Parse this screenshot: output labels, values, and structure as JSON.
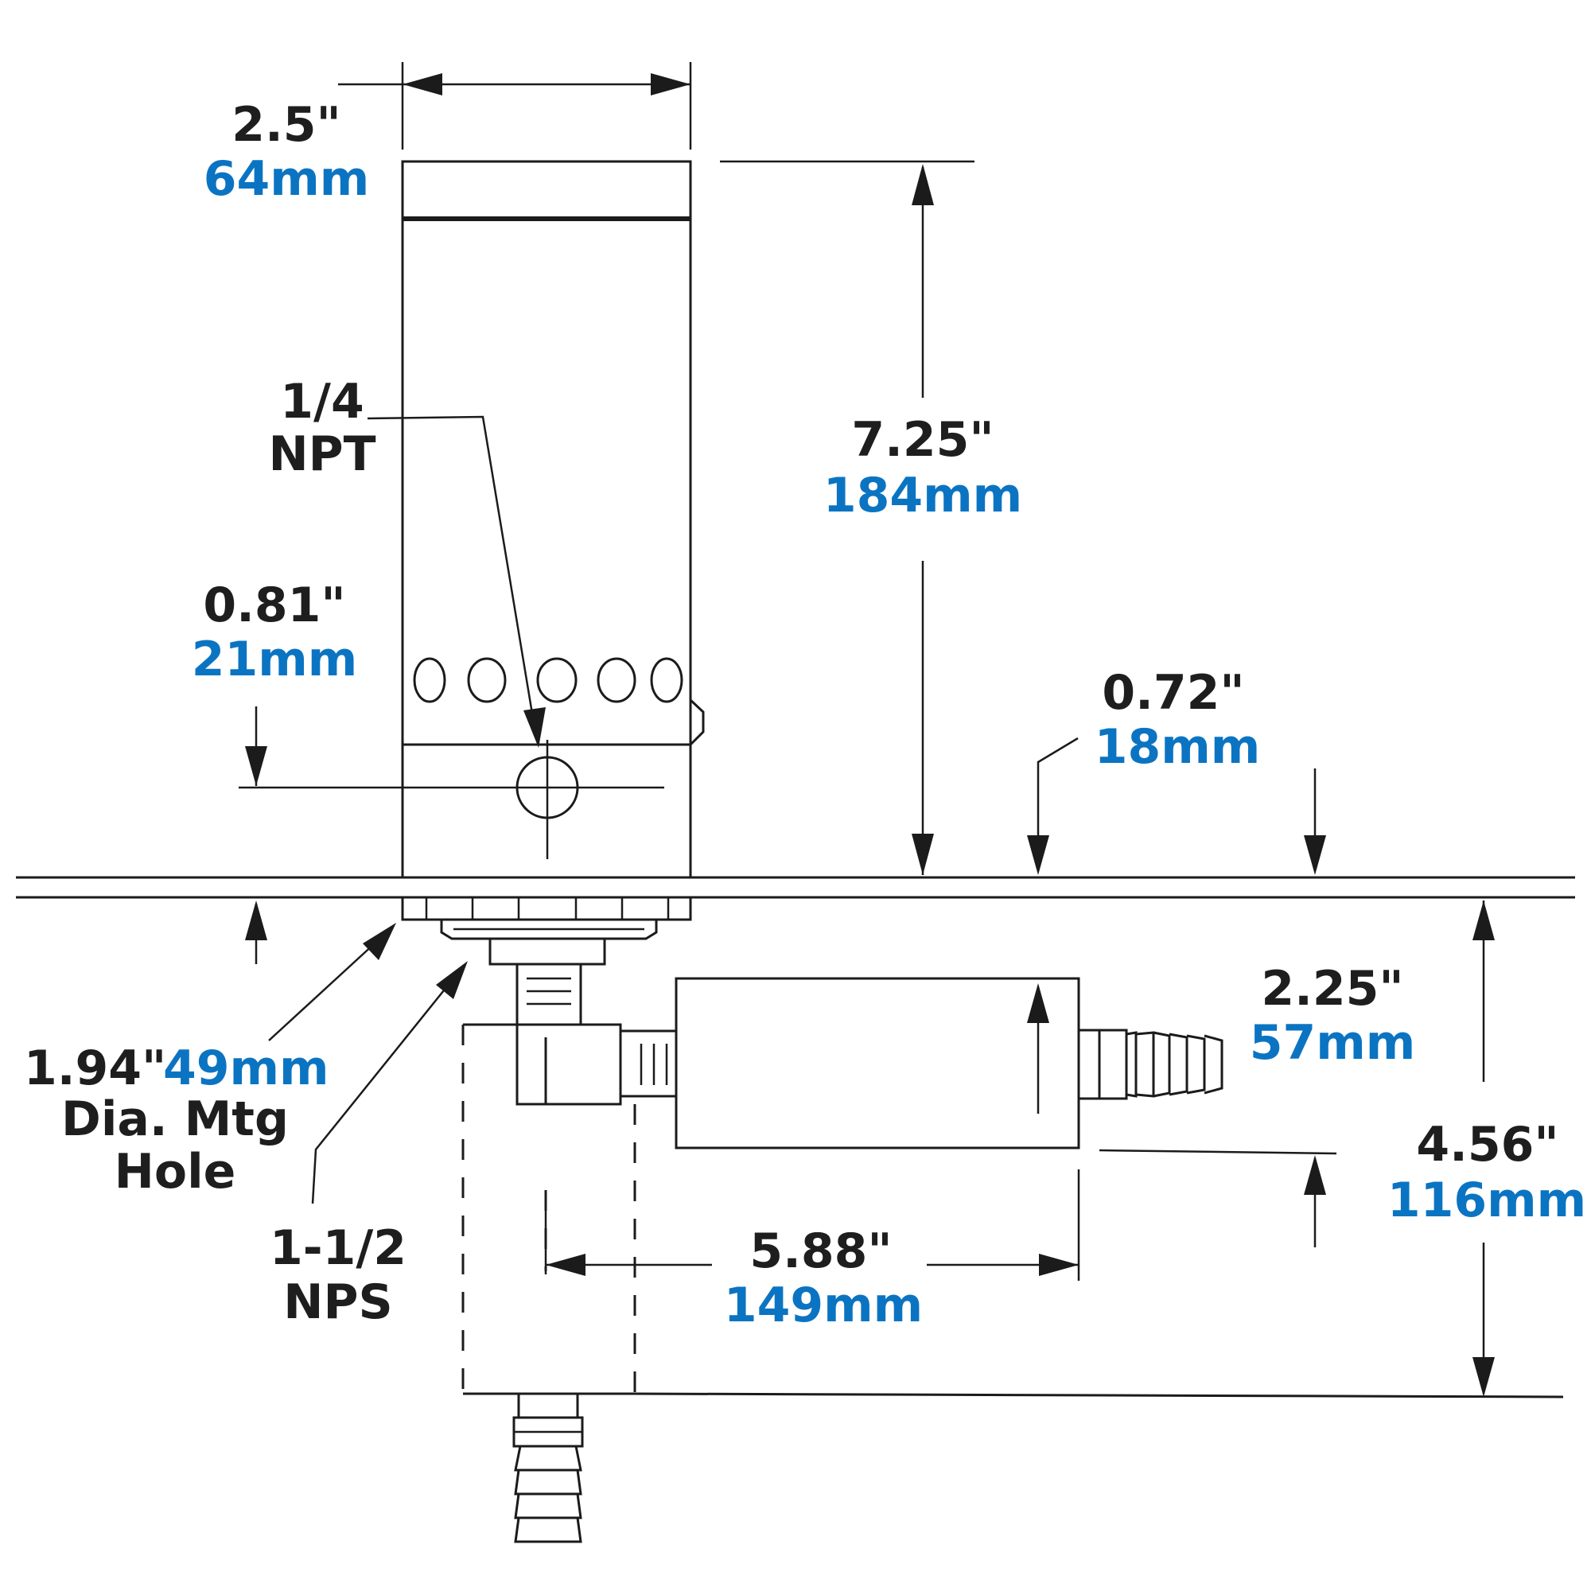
{
  "colors": {
    "line": "#1b1b1b",
    "imperial_text": "#1e1e1e",
    "metric_text": "#0b74c2",
    "background": "#ffffff"
  },
  "dimensions": {
    "width": {
      "imperial": "2.5\"",
      "metric": "64mm"
    },
    "height": {
      "imperial": "7.25\"",
      "metric": "184mm"
    },
    "port_offset": {
      "imperial": "0.81\"",
      "metric": "21mm"
    },
    "collar": {
      "imperial": "0.72\"",
      "metric": "18mm"
    },
    "pump_dia": {
      "imperial": "2.25\"",
      "metric": "57mm"
    },
    "depth": {
      "imperial": "4.56\"",
      "metric": "116mm"
    },
    "pump_length": {
      "imperial": "5.88\"",
      "metric": "149mm"
    },
    "mounting_hole": {
      "imperial": "1.94\"",
      "metric": "49mm",
      "line1": "Dia. Mtg",
      "line2": "Hole"
    }
  },
  "callouts": {
    "npt": {
      "line1": "1/4",
      "line2": "NPT"
    },
    "nps": {
      "line1": "1-1/2",
      "line2": "NPS"
    }
  }
}
